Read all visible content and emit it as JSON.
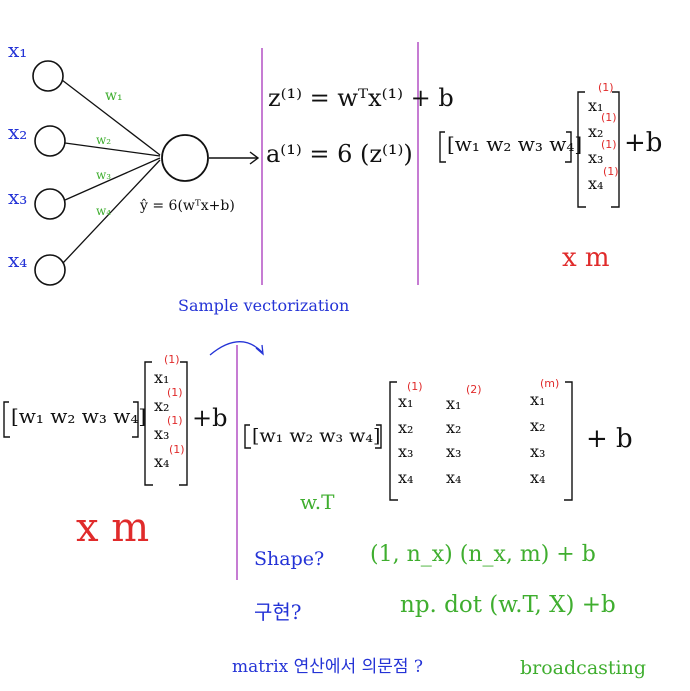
{
  "neuron": {
    "inputs": [
      "x₁",
      "x₂",
      "x₃",
      "x₄"
    ],
    "weights": [
      "w₁",
      "w₂",
      "w₃",
      "w₄"
    ],
    "output_eq": "ŷ = 6(wᵀx+b)"
  },
  "equations": {
    "z_eq": "z⁽¹⁾ = wᵀx⁽¹⁾ + b",
    "a_eq": "a⁽¹⁾ = 6 (z⁽¹⁾)"
  },
  "top_right": {
    "row_vector": "[w₁ w₂ w₃ w₄]",
    "column_entries": [
      "x₁",
      "x₂",
      "x₃",
      "x₄"
    ],
    "superscript": "(1)",
    "plus_b": "+b",
    "times_m": "x m"
  },
  "vectorization_label": "Sample vectorization",
  "bottom_left": {
    "row_vector": "[w₁ w₂ w₃ w₄]",
    "column_entries": [
      "x₁",
      "x₂",
      "x₃",
      "x₄"
    ],
    "superscript": "(1)",
    "plus_b": "+b",
    "times_m": "x m"
  },
  "bottom_right": {
    "row_vector": "[w₁ w₂ w₃ w₄]",
    "wt_label": "w.T",
    "matrix_cols": [
      {
        "sup": "(1)",
        "rows": [
          "x₁",
          "x₂",
          "x₃",
          "x₄"
        ]
      },
      {
        "sup": "(2)",
        "rows": [
          "x₁",
          "x₂",
          "x₃",
          "x₄"
        ]
      },
      {
        "sup": "(m)",
        "rows": [
          "x₁",
          "x₂",
          "x₃",
          "x₄"
        ]
      }
    ],
    "plus_b": "+ b"
  },
  "notes": {
    "shape_q": "Shape?",
    "shape_a": "(1, n_x) (n_x, m)  + b",
    "impl_q": "구현?",
    "impl_a": "np. dot (w.T, X) +b",
    "matrix_q": "matrix 연산에서 의문점 ?",
    "matrix_a": "broadcasting"
  },
  "colors": {
    "blue": "#2433d6",
    "green": "#3fae2f",
    "red": "#e02b2b",
    "divider": "#b85cc8"
  }
}
